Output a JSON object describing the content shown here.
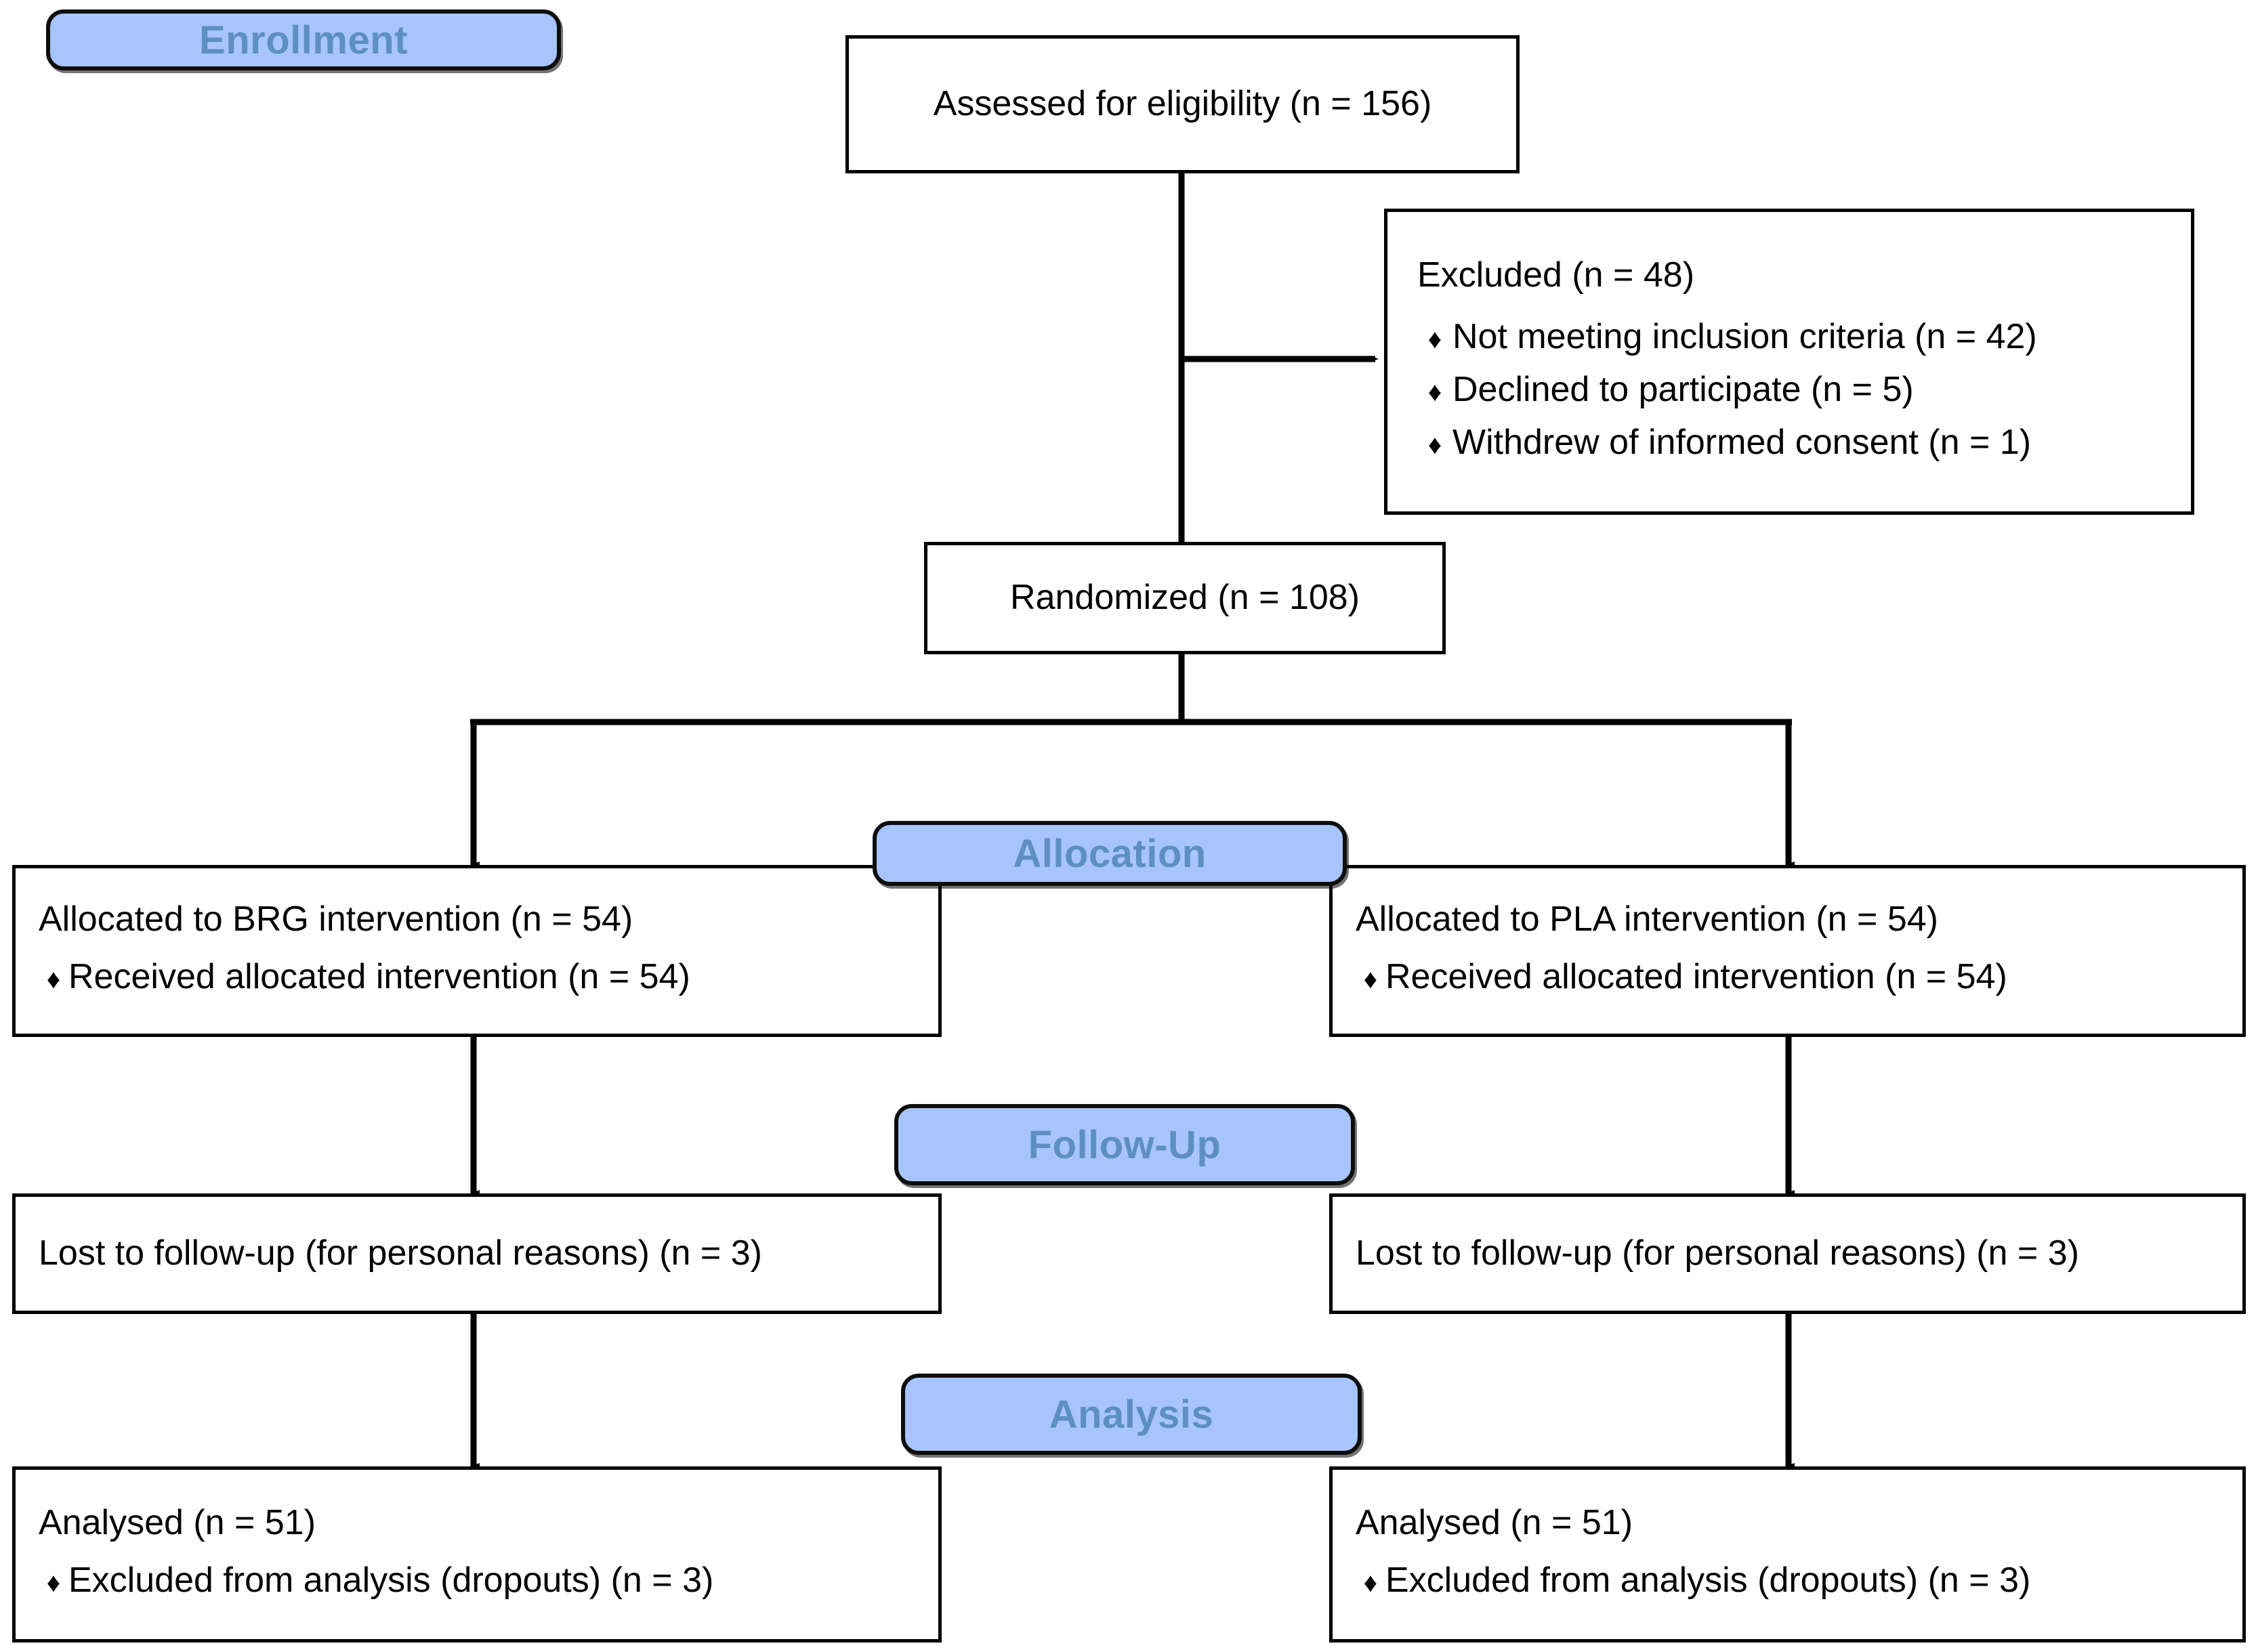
{
  "diagram": {
    "title": "CONSORT participant flow diagram",
    "colors": {
      "badge_fill": "#a7c5fc",
      "badge_text": "#5d8ec4",
      "badge_border": "#0d0d0d",
      "box_border": "#000000",
      "box_fill": "#ffffff",
      "text": "#000000"
    },
    "bullet_glyph": "♦"
  },
  "stages": {
    "enrollment": {
      "label": "Enrollment"
    },
    "allocation": {
      "label": "Allocation"
    },
    "followup": {
      "label": "Follow-Up"
    },
    "analysis": {
      "label": "Analysis"
    }
  },
  "nodes": {
    "assessed": {
      "text": "Assessed for eligibility (n = 156)"
    },
    "excluded": {
      "heading": "Excluded (n = 48)",
      "items": [
        "Not meeting inclusion criteria (n = 42)",
        "Declined to participate (n = 5)",
        "Withdrew of informed consent (n = 1)"
      ]
    },
    "randomized": {
      "text": "Randomized (n = 108)"
    },
    "allocated_left": {
      "heading": "Allocated to BRG intervention (n = 54)",
      "items": [
        "Received allocated intervention (n = 54)"
      ]
    },
    "allocated_right": {
      "heading": "Allocated to PLA intervention (n = 54)",
      "items": [
        "Received allocated intervention (n = 54)"
      ]
    },
    "followup_left": {
      "heading": "Lost to follow-up (for personal reasons) (n = 3)",
      "items": []
    },
    "followup_right": {
      "heading": "Lost to follow-up (for personal reasons) (n = 3)",
      "items": []
    },
    "analysis_left": {
      "heading": "Analysed (n = 51)",
      "items": [
        "Excluded from analysis (dropouts) (n = 3)"
      ]
    },
    "analysis_right": {
      "heading": "Analysed (n = 51)",
      "items": [
        "Excluded from analysis (dropouts) (n = 3)"
      ]
    }
  },
  "chart_data": {
    "type": "diagram",
    "title": "CONSORT flow diagram",
    "flow": [
      {
        "stage": "Enrollment",
        "node": "Assessed for eligibility",
        "n": 156
      },
      {
        "stage": "Enrollment",
        "node": "Excluded",
        "n": 48,
        "reasons": [
          {
            "reason": "Not meeting inclusion criteria",
            "n": 42
          },
          {
            "reason": "Declined to participate",
            "n": 5
          },
          {
            "reason": "Withdrew of informed consent",
            "n": 1
          }
        ]
      },
      {
        "stage": "Enrollment",
        "node": "Randomized",
        "n": 108
      },
      {
        "stage": "Allocation",
        "arm": "BRG",
        "node": "Allocated to BRG intervention",
        "n": 54,
        "received": 54
      },
      {
        "stage": "Allocation",
        "arm": "PLA",
        "node": "Allocated to PLA intervention",
        "n": 54,
        "received": 54
      },
      {
        "stage": "Follow-Up",
        "arm": "BRG",
        "node": "Lost to follow-up (for personal reasons)",
        "n": 3
      },
      {
        "stage": "Follow-Up",
        "arm": "PLA",
        "node": "Lost to follow-up (for personal reasons)",
        "n": 3
      },
      {
        "stage": "Analysis",
        "arm": "BRG",
        "node": "Analysed",
        "n": 51,
        "excluded_dropouts": 3
      },
      {
        "stage": "Analysis",
        "arm": "PLA",
        "node": "Analysed",
        "n": 51,
        "excluded_dropouts": 3
      }
    ]
  }
}
